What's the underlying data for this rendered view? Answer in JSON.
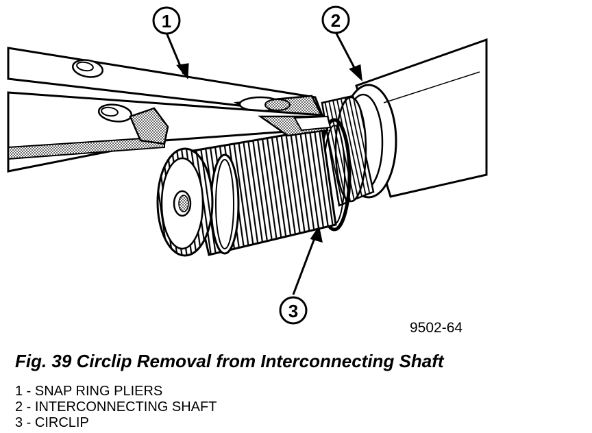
{
  "figure": {
    "caption": "Fig. 39 Circlip Removal from Interconnecting Shaft",
    "code": "9502-64"
  },
  "callouts": [
    {
      "number": "1"
    },
    {
      "number": "2"
    },
    {
      "number": "3"
    }
  ],
  "legend": [
    {
      "text": "1 - SNAP RING PLIERS"
    },
    {
      "text": "2 - INTERCONNECTING SHAFT"
    },
    {
      "text": "3 - CIRCLIP"
    }
  ],
  "colors": {
    "ink": "#000000",
    "paper": "#ffffff"
  }
}
